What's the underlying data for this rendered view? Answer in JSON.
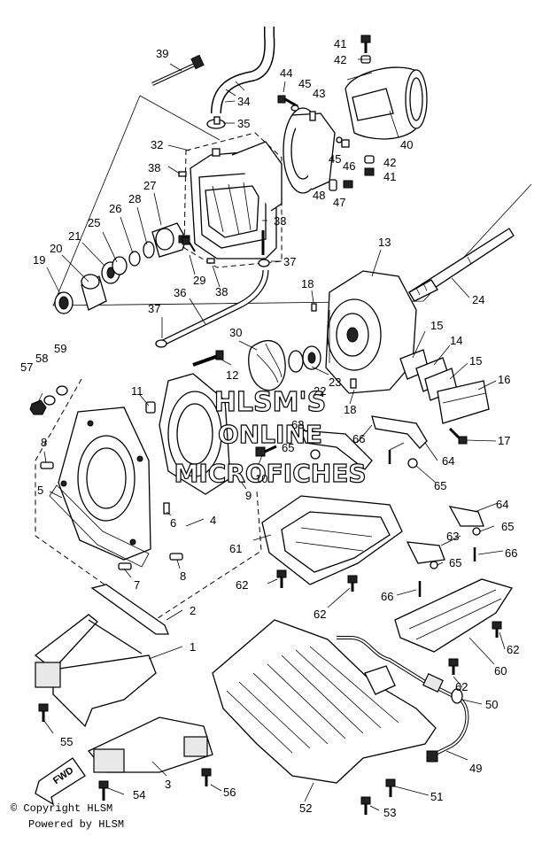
{
  "callouts": [
    "39",
    "34",
    "35",
    "44",
    "45",
    "43",
    "41",
    "42",
    "40",
    "32",
    "38",
    "27",
    "28",
    "26",
    "25",
    "21",
    "20",
    "19",
    "46",
    "48",
    "47",
    "33",
    "37",
    "29",
    "36",
    "13",
    "18",
    "24",
    "15",
    "14",
    "16",
    "17",
    "12",
    "30",
    "22",
    "23",
    "11",
    "9",
    "10",
    "63",
    "65",
    "66",
    "64",
    "57",
    "58",
    "59",
    "8",
    "5",
    "6",
    "4",
    "7",
    "61",
    "62",
    "2",
    "60",
    "1",
    "55",
    "3",
    "54",
    "56",
    "52",
    "53",
    "51",
    "50",
    "49",
    "FWD"
  ],
  "watermark": {
    "line1": "HLSM'S",
    "line2": "ONLINE",
    "line3": "MICROFICHES"
  },
  "footer": {
    "copyright": "© Copyright HLSM",
    "powered": "Powered by HLSM"
  }
}
